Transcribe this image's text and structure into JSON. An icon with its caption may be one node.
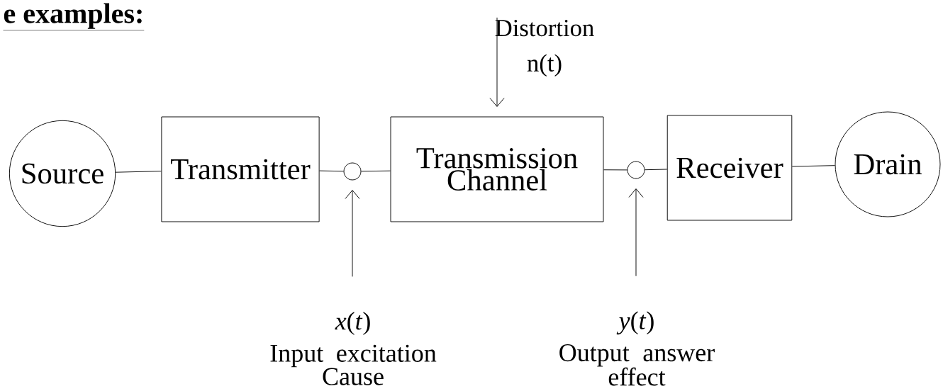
{
  "diagram": {
    "title": "e examples:",
    "nodes": [
      {
        "text": [
          "Source"
        ]
      },
      {
        "text": [
          "Transmitter"
        ]
      },
      {
        "text": [],
        "shape": "circle"
      },
      {
        "text": [
          "Transmission Channel"
        ]
      },
      {
        "text": [],
        "shape": "circle"
      },
      {
        "text": [
          "Receiver"
        ]
      },
      {
        "text": [
          "Drain"
        ]
      },
      {
        "text": [
          "Distortion",
          "n(t)"
        ]
      },
      {
        "text": [
          "*x*(*t*)",
          "Input excitation",
          "Cause"
        ]
      },
      {
        "text": [
          "*y*(*t*)",
          "Output answer",
          "effect"
        ]
      }
    ],
    "edges": [
      {
        "from": 0,
        "to": 1,
        "arrow": "none"
      },
      {
        "from": 1,
        "to": 2,
        "arrow": "none"
      },
      {
        "from": 2,
        "to": 3,
        "arrow": "none"
      },
      {
        "from": 3,
        "to": 4,
        "arrow": "none"
      },
      {
        "from": 4,
        "to": 5,
        "arrow": "none"
      },
      {
        "from": 5,
        "to": 6,
        "arrow": "none"
      },
      {
        "from": 7,
        "to": 3,
        "arrow": "to"
      },
      {
        "from": 8,
        "to": 2,
        "arrow": "to"
      },
      {
        "from": 9,
        "to": 4,
        "arrow": "to"
      }
    ]
  }
}
